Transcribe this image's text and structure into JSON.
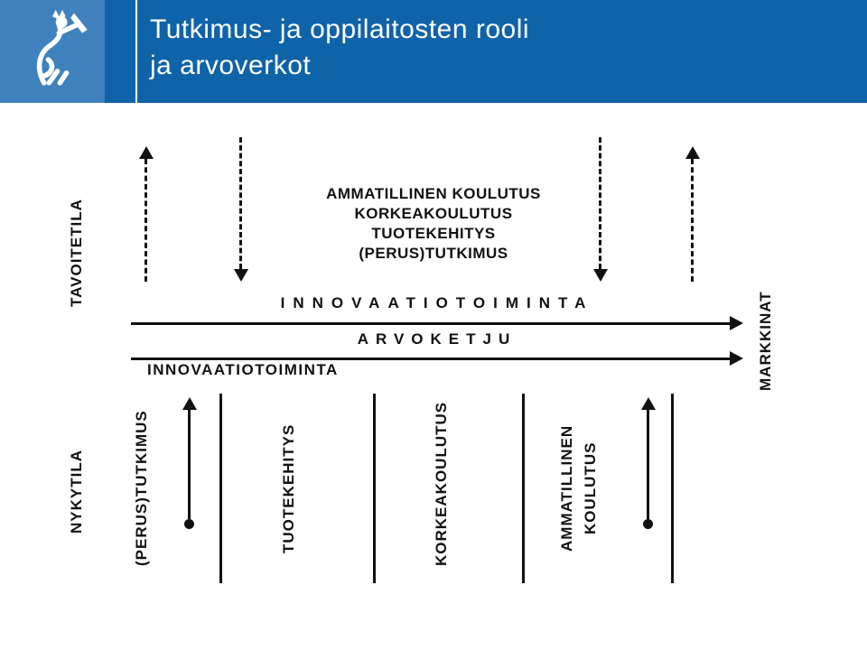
{
  "slide": {
    "header": {
      "title_line1": "Tutkimus- ja oppilaitosten rooli",
      "title_line2": "ja arvoverkot",
      "logo_icon": "finnish-heraldic-lion"
    },
    "diagram": {
      "tavoitetila_label": "TAVOITETILA",
      "nykytila_label": "NYKYTILA",
      "markkinat_label": "MARKKINAT",
      "top_block": [
        "AMMATILLINEN KOULUTUS",
        "KORKEAKOULUTUS",
        "TUOTEKEHITYS",
        "(PERUS)TUTKIMUS"
      ],
      "innovaatio_arrow_label": "INNOVAATIOTOIMINTA",
      "arvoketju_arrow_label": "ARVOKETJU",
      "nykytila_innovaatio_label": "INNOVAATIOTOIMINTA",
      "columns": [
        [
          "(PERUS)TUTKIMUS"
        ],
        [
          "TUOTEKEHITYS"
        ],
        [
          "KORKEAKOULUTUS"
        ],
        [
          "AMMATILLINEN",
          "KOULUTUS"
        ]
      ]
    },
    "colors": {
      "header_bg": "#0f63a8",
      "logo_tile_bg": "#3f81bd",
      "ink": "#111111"
    }
  }
}
